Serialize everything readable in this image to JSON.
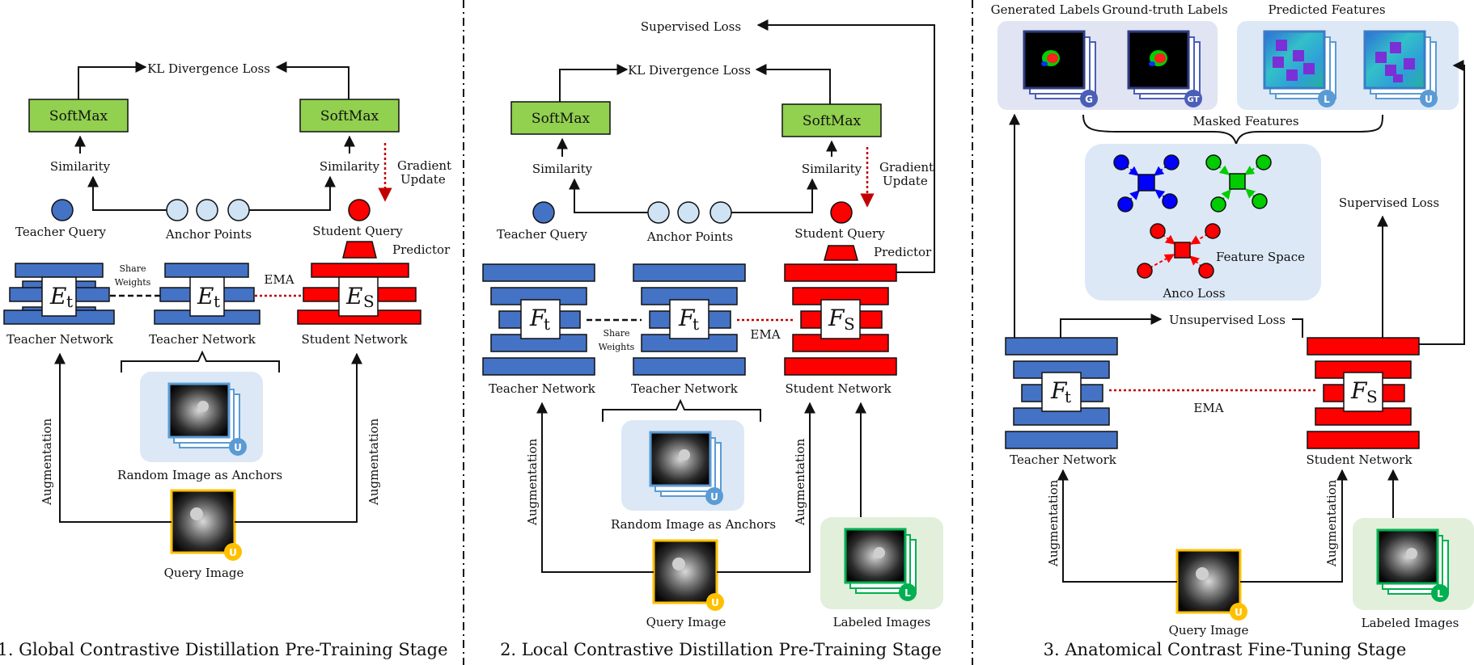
{
  "stages": [
    {
      "title": "1. Global Contrastive Distillation Pre-Training Stage",
      "loss": "KL Divergence Loss",
      "softmax_left": "SoftMax",
      "softmax_right": "SoftMax",
      "similarity_left": "Similarity",
      "similarity_right": "Similarity",
      "gradient_update": [
        "Gradient",
        "Update"
      ],
      "teacher_query": "Teacher Query",
      "anchor_points": "Anchor Points",
      "student_query": "Student Query",
      "predictor": "Predictor",
      "share_weights": [
        "Share",
        "Weights"
      ],
      "ema": "EMA",
      "teacher_network_1": "Teacher Network",
      "teacher_network_2": "Teacher Network",
      "student_network": "Student Network",
      "encoder_teacher": {
        "main": "E",
        "sub": "t"
      },
      "encoder_student": {
        "main": "E",
        "sub": "S"
      },
      "anchor_image_label": "Random Image as Anchors",
      "query_image_label": "Query Image",
      "augmentation_left": "Augmentation",
      "augmentation_right": "Augmentation",
      "badge_anchor": "U",
      "badge_query": "U"
    },
    {
      "title": "2. Local Contrastive Distillation Pre-Training Stage",
      "supervised_loss": "Supervised Loss",
      "loss": "KL Divergence Loss",
      "softmax_left": "SoftMax",
      "softmax_right": "SoftMax",
      "similarity_left": "Similarity",
      "similarity_right": "Similarity",
      "gradient_update": [
        "Gradient",
        "Update"
      ],
      "teacher_query": "Teacher Query",
      "anchor_points": "Anchor Points",
      "student_query": "Student Query",
      "predictor": "Predictor",
      "share_weights": [
        "Share",
        "Weights"
      ],
      "ema": "EMA",
      "teacher_network_1": "Teacher Network",
      "teacher_network_2": "Teacher Network",
      "student_network": "Student Network",
      "encoder_teacher": {
        "main": "F",
        "sub": "t"
      },
      "encoder_student": {
        "main": "F",
        "sub": "S"
      },
      "anchor_image_label": "Random Image as Anchors",
      "query_image_label": "Query Image",
      "labeled_images_label": "Labeled Images",
      "augmentation_left": "Augmentation",
      "augmentation_right": "Augmentation",
      "badge_anchor": "U",
      "badge_query": "U",
      "badge_labeled": "L"
    },
    {
      "title": "3. Anatomical Contrast Fine-Tuning Stage",
      "generated_labels": "Generated Labels",
      "ground_truth_labels": "Ground-truth Labels",
      "predicted_features": "Predicted Features",
      "masked_features": "Masked Features",
      "supervised_loss": "Supervised Loss",
      "feature_space": "Feature Space",
      "anco_loss": "Anco Loss",
      "unsupervised_loss": "Unsupervised Loss",
      "ema": "EMA",
      "teacher_network": "Teacher Network",
      "student_network": "Student Network",
      "encoder_teacher": {
        "main": "F",
        "sub": "t"
      },
      "encoder_student": {
        "main": "F",
        "sub": "S"
      },
      "query_image_label": "Query Image",
      "labeled_images_label": "Labeled Images",
      "augmentation_left": "Augmentation",
      "augmentation_right": "Augmentation",
      "badge_generated": "G",
      "badge_ground_truth": "GT",
      "badge_pred_l": "L",
      "badge_pred_u": "U",
      "badge_query": "U",
      "badge_labeled": "L"
    }
  ],
  "colors": {
    "teacher_blue": "#4472c4",
    "student_red": "#ff0000",
    "softmax_green": "#92d050",
    "anchor_circle": "#cfe3f5",
    "panel_blue": "#dce8f5",
    "panel_green": "#e2efda",
    "query_border": "#ffc000",
    "labeled_border": "#00b050",
    "unlabeled_border": "#5b9bd5",
    "cluster_blue": "#0000ff",
    "cluster_green": "#00cc00",
    "cluster_red": "#ff0000"
  }
}
